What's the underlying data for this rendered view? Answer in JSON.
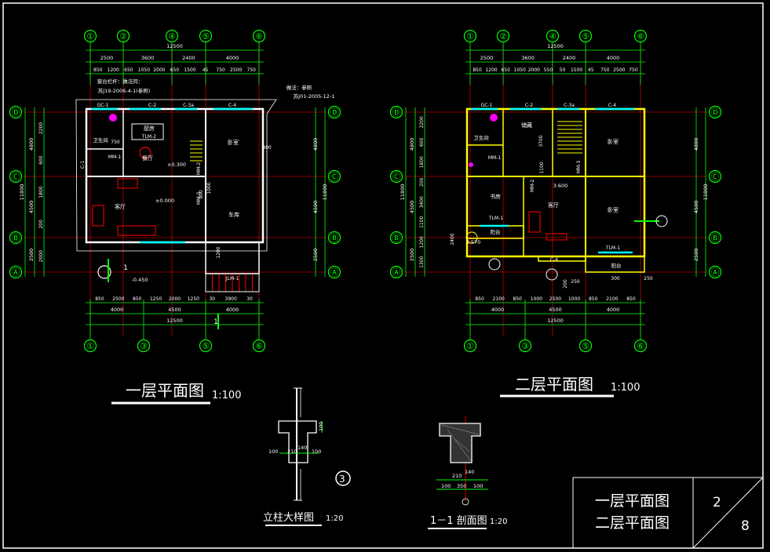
{
  "frame": {
    "title_block": {
      "drawing_name_1": "一层平面图",
      "drawing_name_2": "二层平面图",
      "sheet_no": "2",
      "total_sheets": "8"
    }
  },
  "plan1": {
    "title": "一层平面图",
    "scale": "1:100",
    "axes_top": [
      "①",
      "②",
      "④",
      "⑤",
      "⑥"
    ],
    "axes_bottom": [
      "①",
      "③",
      "⑤",
      "⑥"
    ],
    "axes_side": [
      "Ⓓ",
      "Ⓒ",
      "Ⓑ",
      "Ⓐ"
    ],
    "overall_width": "12500",
    "top_dims_1": [
      "2500",
      "3600",
      "2400",
      "4000"
    ],
    "top_dims_2": [
      "850",
      "1200",
      "650",
      "1050",
      "2000",
      "650",
      "1500",
      "45",
      "750",
      "2500",
      "750"
    ],
    "bottom_dims_1": [
      "850",
      "2500",
      "850",
      "1250",
      "2000",
      "1250",
      "30",
      "3900",
      "30"
    ],
    "bottom_dims_2": [
      "4000",
      "4500",
      "4000"
    ],
    "left_dims_1": [
      "2200",
      "600",
      "1800",
      "200",
      "2000"
    ],
    "left_dims_2": [
      "4800",
      "4500",
      "2500"
    ],
    "left_total": "11800",
    "right_dims": [
      "4800",
      "4500",
      "2500"
    ],
    "right_total": "11800",
    "notes": [
      "窗台栏杆：做法同：",
      "苏J19-2006-4-1(参照)",
      "做法：参照",
      "苏J01-2005-12-1"
    ],
    "rooms": [
      "卫生间",
      "厨房",
      "餐厅",
      "客厅",
      "卧室",
      "车库"
    ],
    "doors": [
      "GC-1",
      "C-2",
      "C-3a",
      "C-4",
      "TLM-2",
      "MM-1",
      "MM-2",
      "MM-3",
      "C-1",
      "JLM-1"
    ],
    "levels": [
      "±0.000",
      "-0.450",
      "±0.300"
    ],
    "misc_dims": [
      "750",
      "800",
      "900",
      "1000",
      "1200"
    ],
    "section_mark": "1"
  },
  "plan2": {
    "title": "二层平面图",
    "scale": "1:100",
    "axes_top": [
      "①",
      "②",
      "④",
      "⑤",
      "⑥"
    ],
    "axes_bottom": [
      "①",
      "③",
      "⑤",
      "⑥"
    ],
    "axes_side": [
      "Ⓓ",
      "Ⓒ",
      "Ⓑ",
      "Ⓐ"
    ],
    "overall_width": "12500",
    "top_dims_1": [
      "2500",
      "3600",
      "2400",
      "4000"
    ],
    "top_dims_2": [
      "850",
      "1200",
      "650",
      "1050",
      "2000",
      "550",
      "50",
      "1500",
      "45",
      "750",
      "2500",
      "750"
    ],
    "bottom_dims_1": [
      "850",
      "2100",
      "850",
      "1000",
      "2500",
      "1000",
      "850",
      "2100",
      "850"
    ],
    "bottom_dims_2": [
      "4000",
      "4500",
      "4000"
    ],
    "left_dims_1": [
      "2200",
      "600",
      "1800",
      "200",
      "3400",
      "1100",
      "1200",
      "1300"
    ],
    "left_dims_2": [
      "4800",
      "4500",
      "2500"
    ],
    "left_total": "11800",
    "right_dims": [
      "4800",
      "4500",
      "2500"
    ],
    "right_total": "11800",
    "rooms": [
      "卫生间",
      "储藏",
      "书房",
      "客厅",
      "卧室",
      "卧室",
      "阳台",
      "阳台"
    ],
    "doors": [
      "GC-1",
      "C-2",
      "C-3a",
      "C-4",
      "MM-1",
      "MM-2",
      "MM-3",
      "TLM-1",
      "TLM-1",
      "C-4"
    ],
    "levels": [
      "3.600",
      "3.570"
    ],
    "misc_dims": [
      "250",
      "300",
      "200",
      "250",
      "1100",
      "2400",
      "3700"
    ]
  },
  "detail_column": {
    "title": "立柱大样图",
    "scale": "1:20",
    "dims": [
      "100",
      "210",
      "140",
      "100",
      "100"
    ],
    "mark": "3"
  },
  "detail_section": {
    "title": "1－1 剖面图",
    "scale": "1:20",
    "dims": [
      "210",
      "140",
      "100",
      "350",
      "100"
    ]
  }
}
